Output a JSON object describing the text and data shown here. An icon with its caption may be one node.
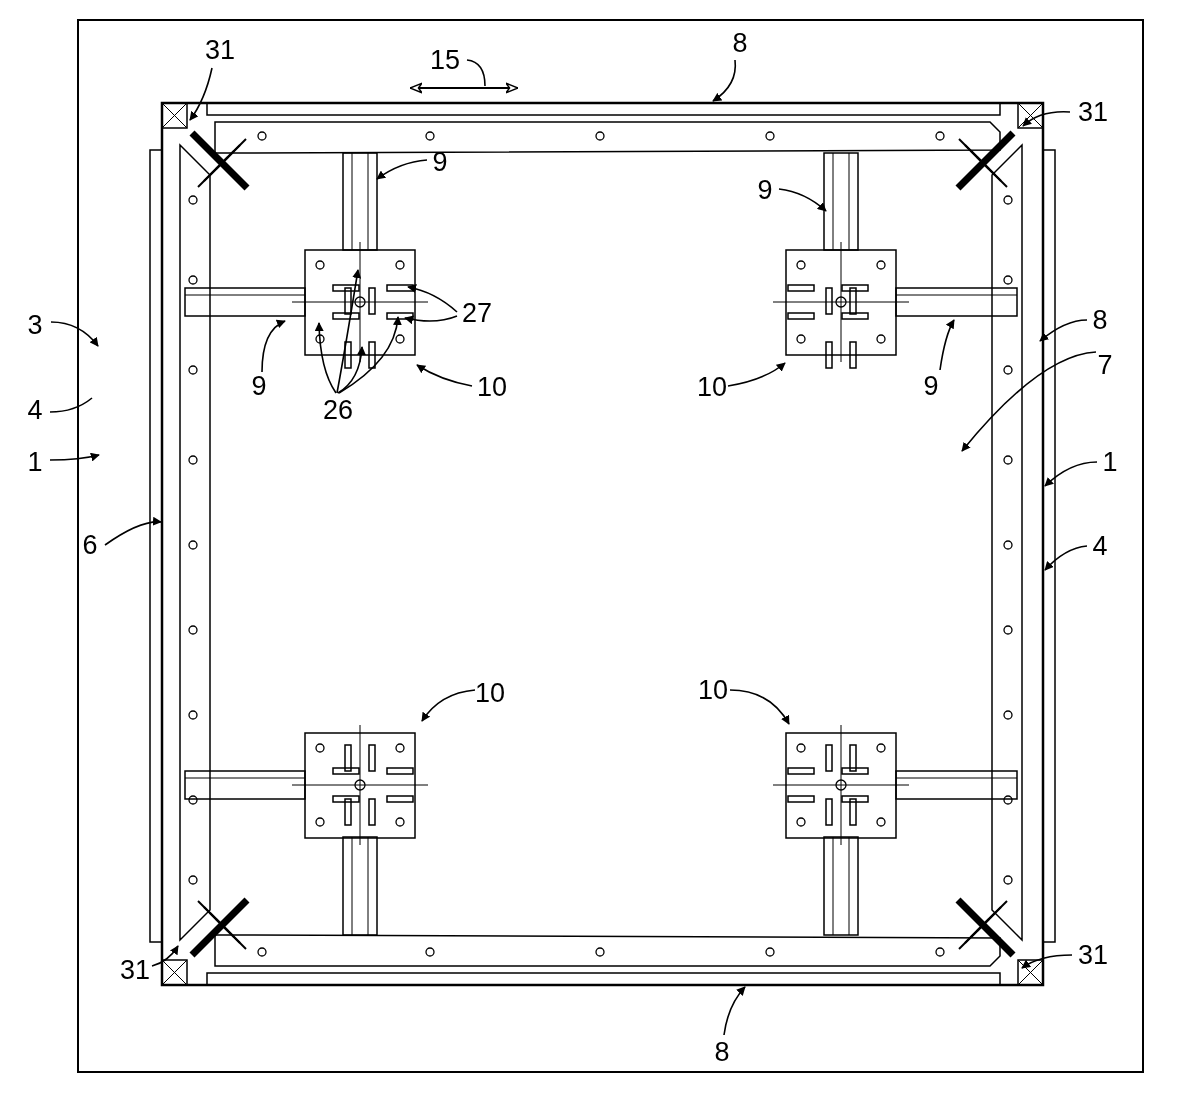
{
  "diagram": {
    "nodes": [
      {
        "text": [
          "31"
        ]
      },
      {
        "text": [
          "15"
        ]
      },
      {
        "text": [
          "8"
        ]
      },
      {
        "text": [
          "31"
        ]
      },
      {
        "text": [
          "9"
        ]
      },
      {
        "text": [
          "9"
        ]
      },
      {
        "text": [
          "27"
        ]
      },
      {
        "text": [
          "3"
        ]
      },
      {
        "text": [
          "9"
        ]
      },
      {
        "text": [
          "26"
        ]
      },
      {
        "text": [
          "10"
        ]
      },
      {
        "text": [
          "10"
        ]
      },
      {
        "text": [
          "9"
        ]
      },
      {
        "text": [
          "8"
        ]
      },
      {
        "text": [
          "7"
        ]
      },
      {
        "text": [
          "4"
        ]
      },
      {
        "text": [
          "1"
        ]
      },
      {
        "text": [
          "1"
        ]
      },
      {
        "text": [
          "6"
        ]
      },
      {
        "text": [
          "4"
        ]
      },
      {
        "text": [
          "10"
        ]
      },
      {
        "text": [
          "10"
        ]
      },
      {
        "text": [
          "31"
        ]
      },
      {
        "text": [
          "31"
        ]
      },
      {
        "text": [
          "8"
        ]
      }
    ],
    "edges": [
      {
        "from": 0,
        "to": null,
        "arrow": "to"
      },
      {
        "from": 1,
        "to": null,
        "arrow": "none"
      },
      {
        "from": 2,
        "to": null,
        "arrow": "to"
      },
      {
        "from": 3,
        "to": null,
        "arrow": "to"
      },
      {
        "from": 4,
        "to": null,
        "arrow": "to"
      },
      {
        "from": 5,
        "to": null,
        "arrow": "to"
      },
      {
        "from": 6,
        "to": null,
        "arrow": "to"
      },
      {
        "from": 6,
        "to": null,
        "arrow": "to"
      },
      {
        "from": 7,
        "to": null,
        "arrow": "to"
      },
      {
        "from": 8,
        "to": null,
        "arrow": "to"
      },
      {
        "from": 9,
        "to": null,
        "arrow": "to"
      },
      {
        "from": 9,
        "to": null,
        "arrow": "to"
      },
      {
        "from": 9,
        "to": null,
        "arrow": "to"
      },
      {
        "from": 9,
        "to": null,
        "arrow": "to"
      },
      {
        "from": 10,
        "to": null,
        "arrow": "to"
      },
      {
        "from": 11,
        "to": null,
        "arrow": "to"
      },
      {
        "from": 12,
        "to": null,
        "arrow": "to"
      },
      {
        "from": 13,
        "to": null,
        "arrow": "to"
      },
      {
        "from": 14,
        "to": null,
        "arrow": "to"
      },
      {
        "from": 15,
        "to": null,
        "arrow": "none"
      },
      {
        "from": 16,
        "to": null,
        "arrow": "to"
      },
      {
        "from": 17,
        "to": null,
        "arrow": "to"
      },
      {
        "from": 18,
        "to": null,
        "arrow": "to"
      },
      {
        "from": 19,
        "to": null,
        "arrow": "to"
      },
      {
        "from": 20,
        "to": null,
        "arrow": "to"
      },
      {
        "from": 21,
        "to": null,
        "arrow": "to"
      },
      {
        "from": 22,
        "to": null,
        "arrow": "to"
      },
      {
        "from": 23,
        "to": null,
        "arrow": "to"
      },
      {
        "from": 24,
        "to": null,
        "arrow": "to"
      }
    ]
  }
}
